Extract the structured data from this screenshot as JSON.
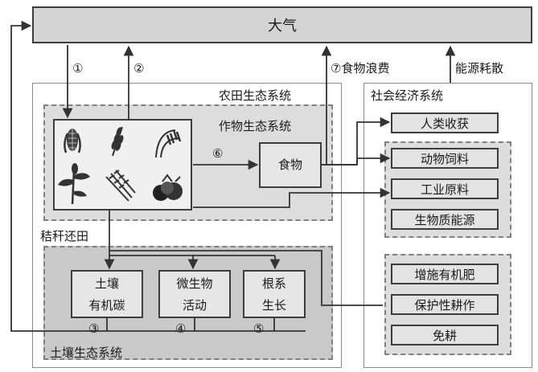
{
  "atmosphere": {
    "label": "大气"
  },
  "flows": {
    "c1": "①",
    "c2": "②",
    "c3": "③",
    "c4": "④",
    "c5": "⑤",
    "c6": "⑥",
    "food_waste": "⑦食物浪费",
    "energy": "能源耗散",
    "straw": "秸秆还田"
  },
  "farmland": {
    "title": "农田生态系统"
  },
  "crop_ecosystem": {
    "title": "作物生态系统",
    "crop_icons": [
      "corn-icon",
      "wheat-icon",
      "rice-icon",
      "sorghum-icon",
      "barley-icon",
      "vegetable-icon"
    ],
    "food": "食物"
  },
  "soil_ecosystem": {
    "title": "土壤生态系统",
    "boxes": [
      {
        "line1": "土壤",
        "line2": "有机碳"
      },
      {
        "line1": "微生物",
        "line2": "活动"
      },
      {
        "line1": "根系",
        "line2": "生长"
      }
    ]
  },
  "social_economic": {
    "title": "社会经济系统",
    "harvest": "人类收获",
    "uses": [
      "动物饲料",
      "工业原料",
      "生物质能源"
    ],
    "practices": [
      "增施有机肥",
      "保护性耕作",
      "免耕"
    ]
  }
}
